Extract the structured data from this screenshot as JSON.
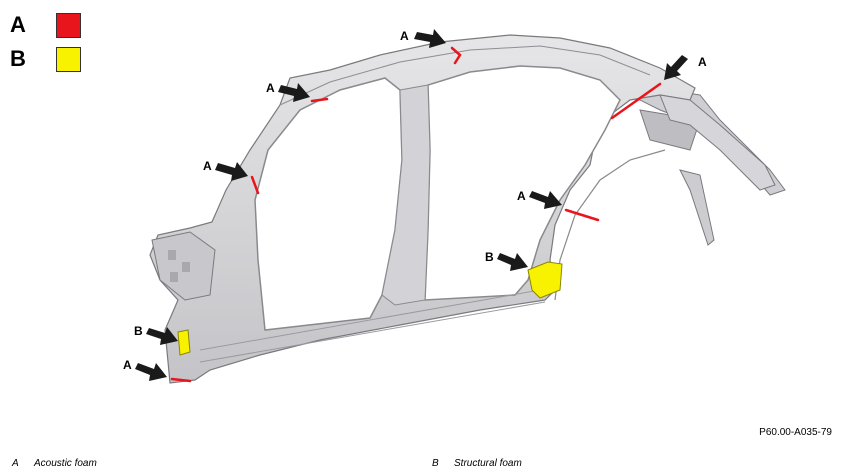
{
  "legend": [
    {
      "letter": "A",
      "color": "#e8161c"
    },
    {
      "letter": "B",
      "color": "#f8f200"
    }
  ],
  "callouts": [
    "A",
    "A",
    "A",
    "A",
    "A",
    "B",
    "B",
    "A"
  ],
  "reference": "P60.00-A035-79",
  "footnotes": [
    {
      "key": "A",
      "text": "Acoustic foam"
    },
    {
      "key": "B",
      "text": "Structural foam"
    }
  ],
  "colors": {
    "body": "#d9d9db",
    "edge": "#7a7a7e",
    "acoustic": "#e8161c",
    "structural": "#f8f200",
    "arrow": "#1a1a1a"
  }
}
